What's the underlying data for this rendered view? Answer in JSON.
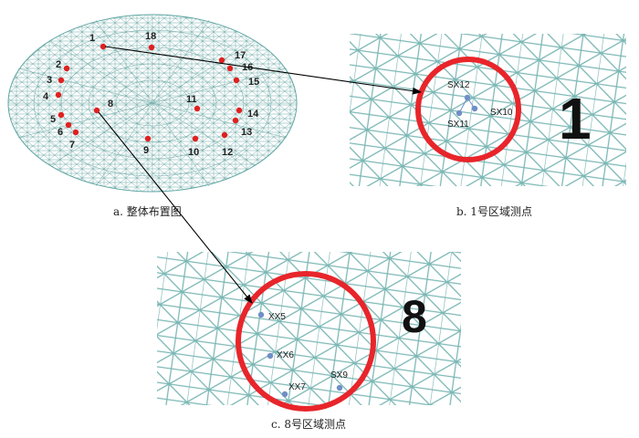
{
  "overview": {
    "caption": "a. 整体布置图",
    "points": [
      "1",
      "2",
      "3",
      "4",
      "5",
      "6",
      "7",
      "8",
      "9",
      "10",
      "11",
      "12",
      "13",
      "14",
      "15",
      "16",
      "17",
      "18"
    ]
  },
  "panel_b": {
    "caption": "b. 1号区域测点",
    "big_label": "1",
    "points": [
      "SX12",
      "SX10",
      "SX11"
    ]
  },
  "panel_c": {
    "caption": "c. 8号区域测点",
    "big_label": "8",
    "points": [
      "XX5",
      "XX6",
      "XX7",
      "SX9"
    ]
  },
  "colors": {
    "mesh": "#5fa6a3",
    "red_point": "#e02020",
    "circle": "#e8252a",
    "blue_point": "#6f8fc6",
    "arrow": "#000000"
  }
}
